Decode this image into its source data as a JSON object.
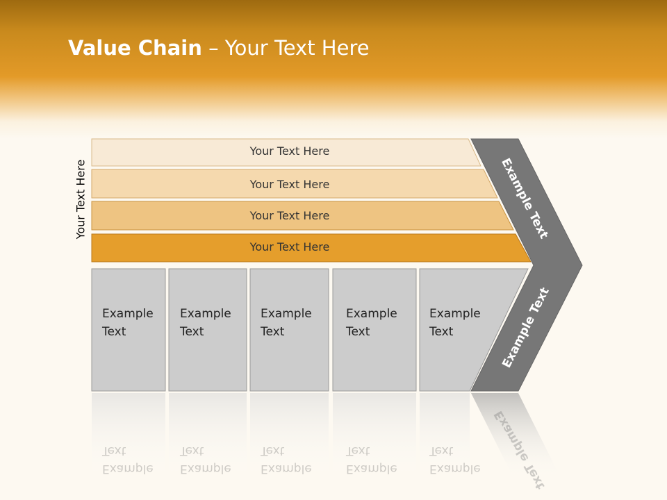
{
  "slide": {
    "title_bold": "Value Chain",
    "title_rest": " – Your Text Here",
    "side_label": "Your Text Here"
  },
  "bars": [
    {
      "label": "Your Text Here",
      "color": "#f8ead6"
    },
    {
      "label": "Your Text Here",
      "color": "#f5d9ae"
    },
    {
      "label": "Your Text Here",
      "color": "#eec482"
    },
    {
      "label": "Your Text Here",
      "color": "#e59e2c"
    }
  ],
  "boxes": [
    {
      "label": "Example\nText"
    },
    {
      "label": "Example\nText"
    },
    {
      "label": "Example\nText"
    },
    {
      "label": "Example\nText"
    },
    {
      "label": "Example\nText"
    }
  ],
  "chevron": {
    "upper_label": "Example Text",
    "lower_label": "Example Text",
    "color": "#777777"
  },
  "colors": {
    "box_fill": "#cccccc",
    "box_border": "#9a9a9a",
    "header_orange": "#e39a28"
  }
}
